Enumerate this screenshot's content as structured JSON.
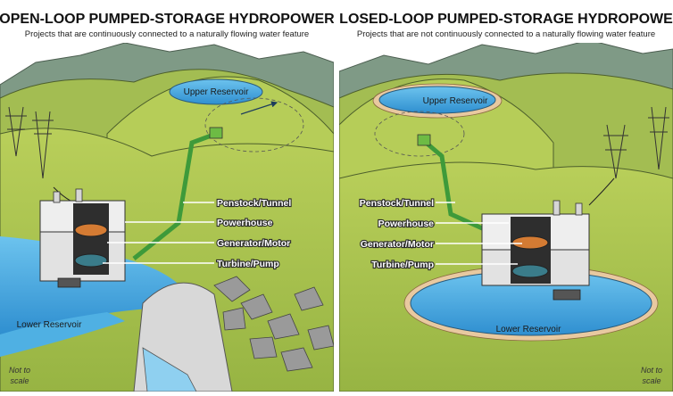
{
  "left": {
    "title": "OPEN-LOOP PUMPED-STORAGE HYDROPOWER",
    "subtitle": "Projects that are continuously connected to a naturally flowing water feature",
    "upper_reservoir": "Upper Reservoir",
    "lower_reservoir": "Lower Reservoir",
    "labels": {
      "penstock": "Penstock/Tunnel",
      "powerhouse": "Powerhouse",
      "generator": "Generator/Motor",
      "turbine": "Turbine/Pump"
    },
    "scale_note_1": "Not to",
    "scale_note_2": "scale"
  },
  "right": {
    "title": "CLOSED-LOOP PUMPED-STORAGE HYDROPOWER",
    "subtitle": "Projects that are not continuously connected to a naturally flowing water feature",
    "upper_reservoir": "Upper Reservoir",
    "lower_reservoir": "Lower Reservoir",
    "labels": {
      "penstock": "Penstock/Tunnel",
      "powerhouse": "Powerhouse",
      "generator": "Generator/Motor",
      "turbine": "Turbine/Pump"
    },
    "scale_note_1": "Not to",
    "scale_note_2": "scale"
  },
  "colors": {
    "grass": "#a9c24e",
    "hill_dark": "#8fa948",
    "mountain": "#7f9a86",
    "water": "#3fa9e0",
    "penstock": "#3e9a3a",
    "sky": "#ffffff"
  }
}
